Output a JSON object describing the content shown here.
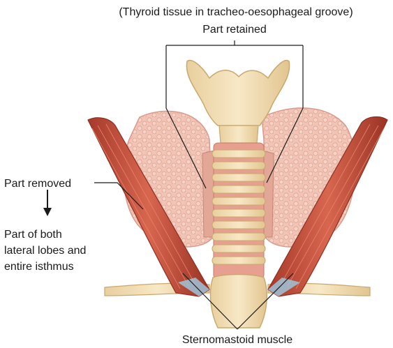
{
  "labels": {
    "top_note": "(Thyroid tissue in tracheo-oesophageal groove)",
    "part_retained": "Part retained",
    "part_removed": "Part removed",
    "removed_desc_line1": "Part of both",
    "removed_desc_line2": "lateral lobes and",
    "removed_desc_line3": "entire isthmus",
    "muscle": "Sternomastoid muscle"
  },
  "colors": {
    "thyroid": "#f2c4b6",
    "thyroid_dark": "#d99a8a",
    "cartilage": "#f2dcb0",
    "muscle": "#c8523e",
    "muscle_dark": "#8e2e22",
    "line": "#1a1a1a",
    "tendon": "#9fc4d9"
  },
  "icons": [
    "down-arrow-icon"
  ]
}
